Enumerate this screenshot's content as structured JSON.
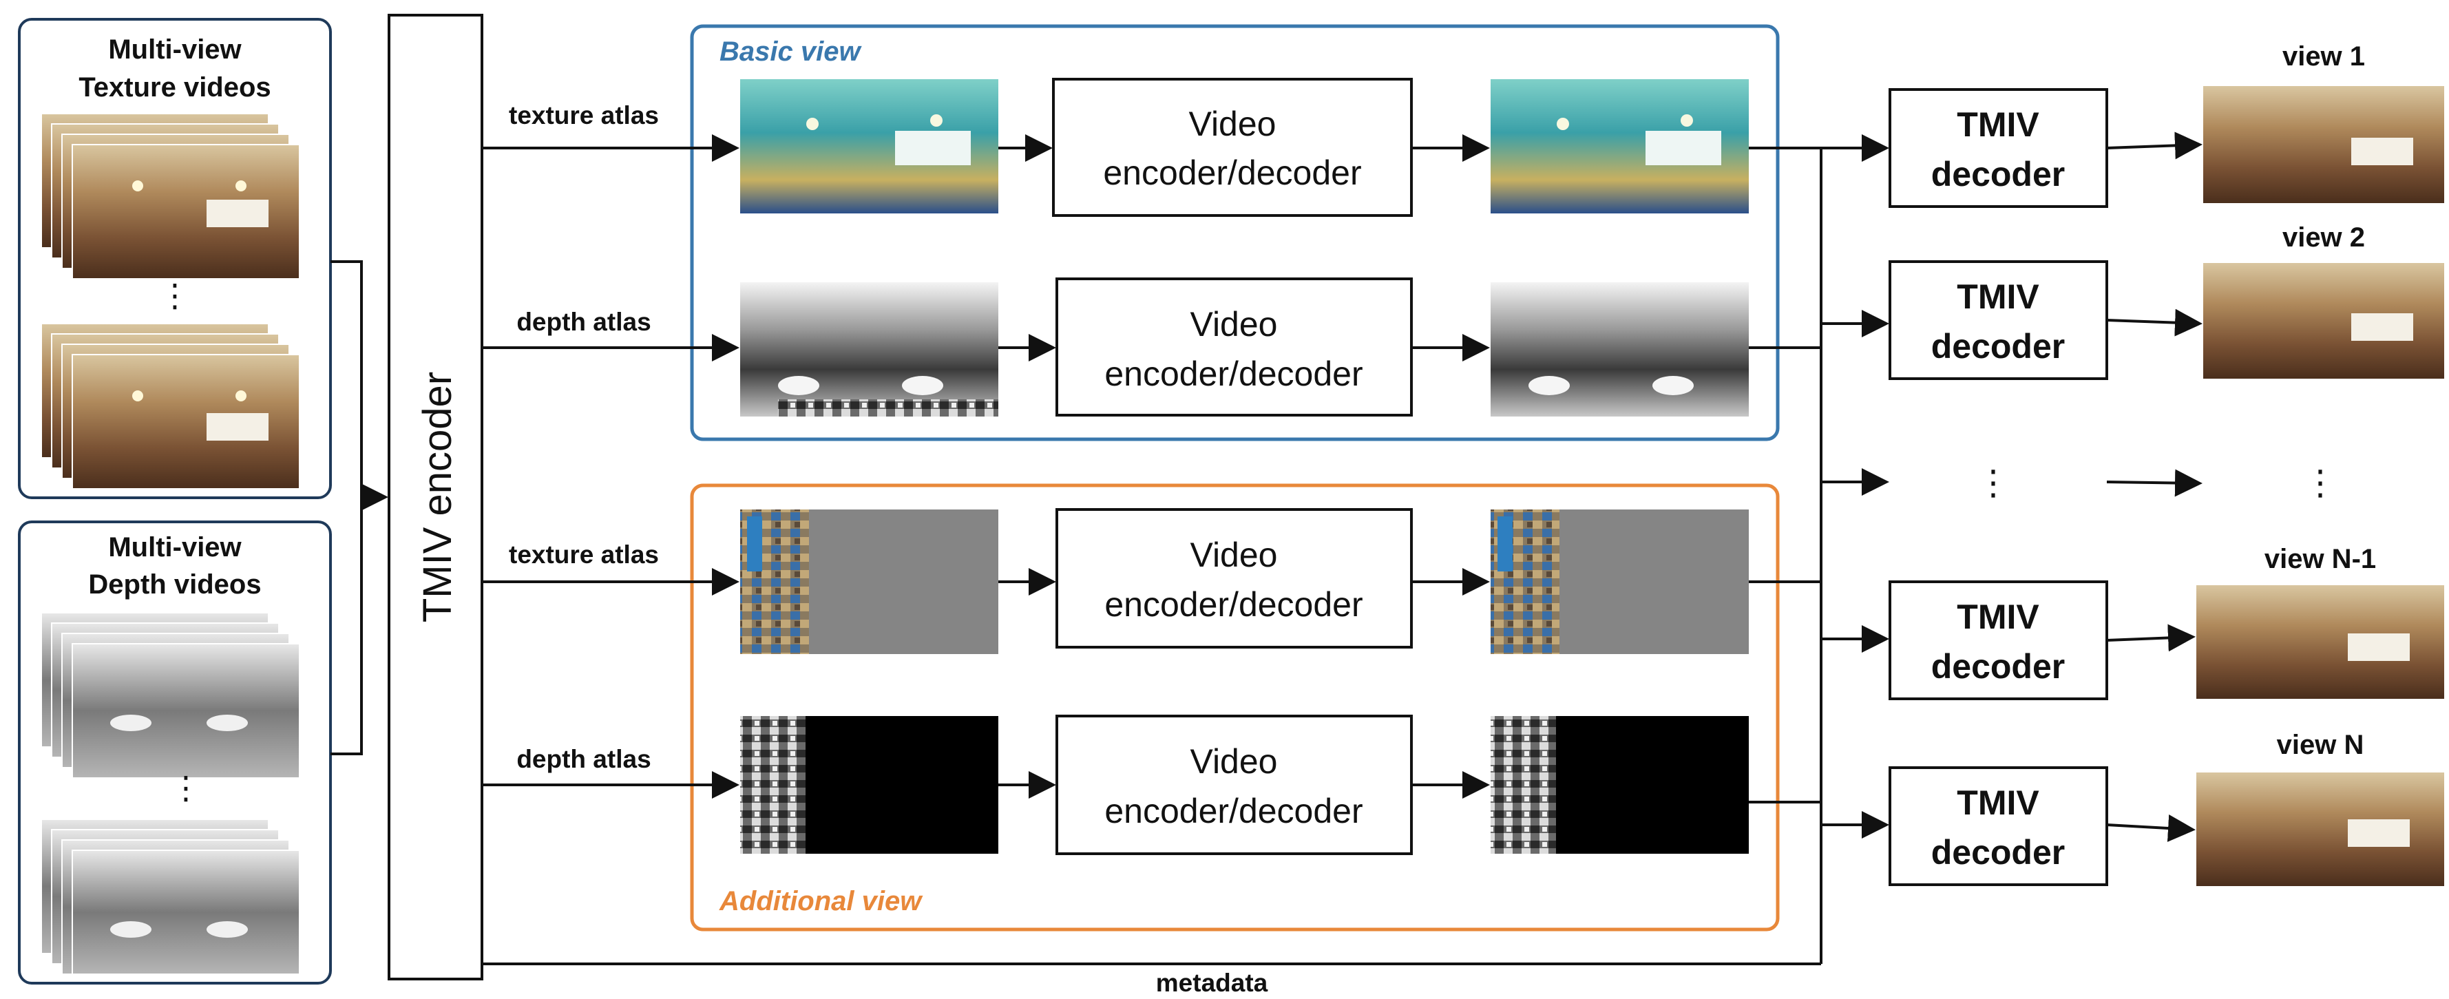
{
  "inputs": {
    "texture_title_line1": "Multi-view",
    "texture_title_line2": "Texture videos",
    "depth_title_line1": "Multi-view",
    "depth_title_line2": "Depth videos",
    "ellipsis": "⋮"
  },
  "encoder": {
    "label": "TMIV encoder"
  },
  "basic_view": {
    "title": "Basic view",
    "color": "#3a78ad",
    "texture_label": "texture atlas",
    "depth_label": "depth atlas"
  },
  "additional_view": {
    "title": "Additional view",
    "color": "#e8883a",
    "texture_label": "texture atlas",
    "depth_label": "depth atlas"
  },
  "codec": {
    "line1": "Video",
    "line2": "encoder/decoder"
  },
  "metadata_label": "metadata",
  "decoders": [
    {
      "line1": "TMIV",
      "line2": "decoder",
      "view_label": "view 1"
    },
    {
      "line1": "TMIV",
      "line2": "decoder",
      "view_label": "view 2"
    },
    {
      "line1": "TMIV",
      "line2": "decoder",
      "view_label": "view N-1"
    },
    {
      "line1": "TMIV",
      "line2": "decoder",
      "view_label": "view N"
    }
  ],
  "ellipsis": "⋮"
}
